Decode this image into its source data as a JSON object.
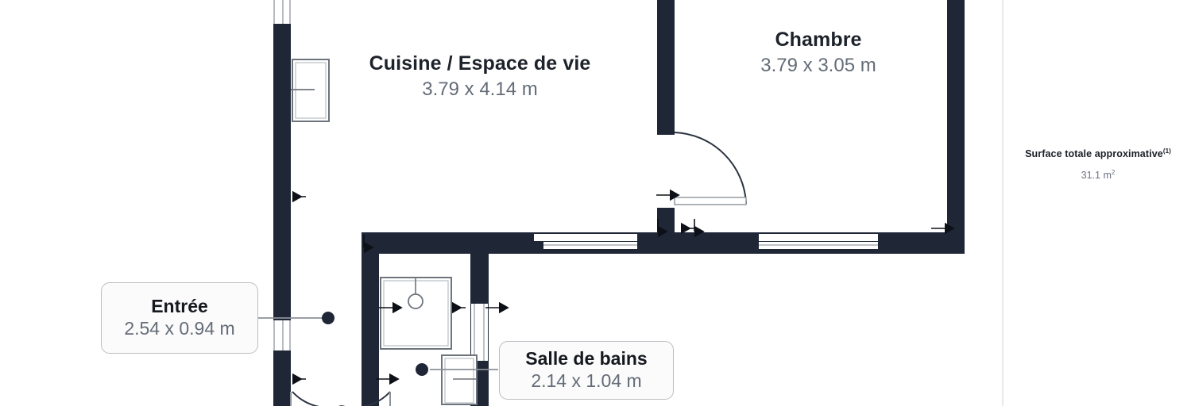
{
  "plan": {
    "type": "floor-plan",
    "units": "m",
    "wall_color": "#1f2737",
    "window_color": "#ffffff",
    "background": "#ffffff",
    "label_color": "#1d222b",
    "dimension_color": "#646c78",
    "callout_border": "#babdc2",
    "callout_fill": "#fbfbfb"
  },
  "rooms": [
    {
      "key": "cuisine",
      "name": "Cuisine / Espace de vie",
      "dimensions": "3.79 x 4.14 m",
      "width_m": 3.79,
      "length_m": 4.14,
      "label_style": "inline"
    },
    {
      "key": "chambre",
      "name": "Chambre",
      "dimensions": "3.79 x 3.05 m",
      "width_m": 3.79,
      "length_m": 3.05,
      "label_style": "inline"
    },
    {
      "key": "entree",
      "name": "Entrée",
      "dimensions": "2.54 x 0.94 m",
      "width_m": 2.54,
      "length_m": 0.94,
      "label_style": "callout"
    },
    {
      "key": "salle_de_bains",
      "name": "Salle de bains",
      "dimensions": "2.14 x 1.04 m",
      "width_m": 2.14,
      "length_m": 1.04,
      "label_style": "callout"
    }
  ],
  "surface": {
    "title": "Surface totale approximative",
    "title_superscript": "(1)",
    "value": "31.1 m",
    "value_superscript": "2",
    "value_full": "31.1 m²"
  },
  "fixtures": [
    {
      "key": "kitchen-counter",
      "type": "counter"
    },
    {
      "key": "shower",
      "type": "shower-with-drain"
    },
    {
      "key": "toilet",
      "type": "toilet"
    },
    {
      "key": "entry-door",
      "type": "double-door"
    },
    {
      "key": "bedroom-door",
      "type": "swing-door"
    },
    {
      "key": "window-left",
      "type": "window"
    },
    {
      "key": "window-bottom-left",
      "type": "window"
    },
    {
      "key": "window-bottom-right",
      "type": "window"
    }
  ]
}
